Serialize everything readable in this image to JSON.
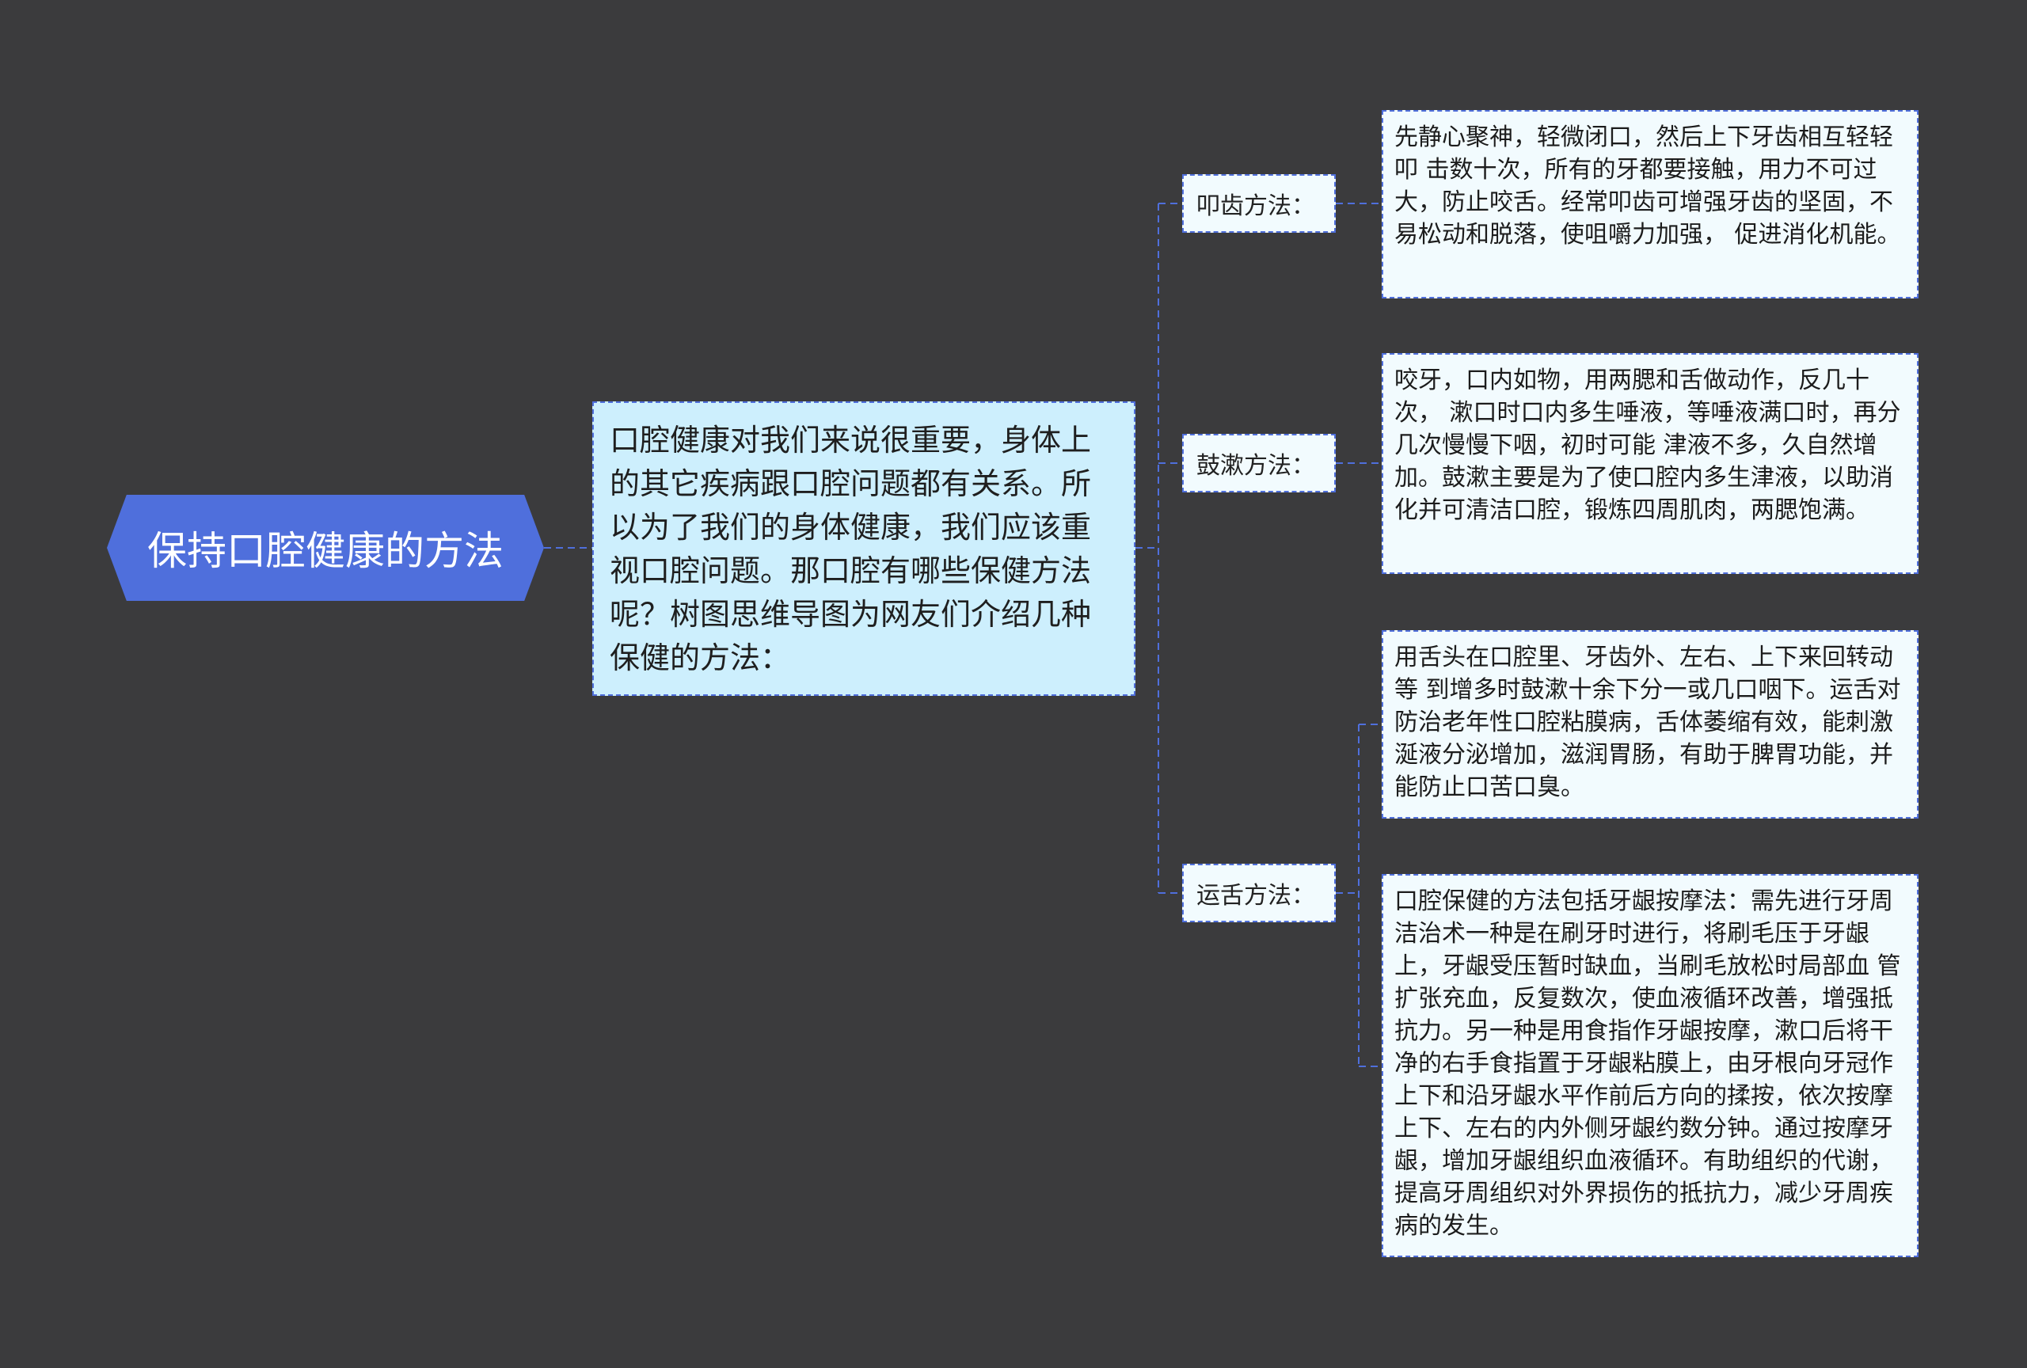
{
  "root": {
    "title": "保持口腔健康的方法"
  },
  "intro": {
    "text": "口腔健康对我们来说很重要，身体上的其它疾病跟口腔问题都有关系。所以为了我们的身体健康，我们应该重视口腔问题。那口腔有哪些保健方法呢？树图思维导图为网友们介绍几种保健的方法："
  },
  "methods": [
    {
      "label": "叩齿方法：",
      "details": [
        "先静心聚神，轻微闭口，然后上下牙齿相互轻轻叩 击数十次，所有的牙都要接触，用力不可过大，防止咬舌。经常叩齿可增强牙齿的坚固，不易松动和脱落，使咀嚼力加强， 促进消化机能。"
      ]
    },
    {
      "label": "鼓漱方法：",
      "details": [
        "咬牙，口内如物，用两腮和舌做动作，反几十次， 漱口时口内多生唾液，等唾液满口时，再分几次慢慢下咽，初时可能 津液不多，久自然增加。鼓漱主要是为了使口腔内多生津液，以助消化并可清洁口腔，锻炼四周肌肉，两腮饱满。"
      ]
    },
    {
      "label": "运舌方法：",
      "details": [
        "用舌头在口腔里、牙齿外、左右、上下来回转动等 到增多时鼓漱十余下分一或几口咽下。运舌对防治老年性口腔粘膜病，舌体萎缩有效，能刺激涎液分泌增加，滋润胃肠，有助于脾胃功能，并能防止口苦口臭。",
        "口腔保健的方法包括牙龈按摩法：需先进行牙周洁治术一种是在刷牙时进行，将刷毛压于牙龈上，牙龈受压暂时缺血，当刷毛放松时局部血 管扩张充血，反复数次，使血液循环改善，增强抵抗力。另一种是用食指作牙龈按摩，漱口后将干净的右手食指置于牙龈粘膜上，由牙根向牙冠作上下和沿牙龈水平作前后方向的揉按，依次按摩上下、左右的内外侧牙龈约数分钟。通过按摩牙龈，增加牙龈组织血液循环。有助组织的代谢，提高牙周组织对外界损伤的抵抗力，减少牙周疾病的发生。"
      ]
    }
  ],
  "colors": {
    "background": "#3b3b3d",
    "root": "#4f6fdc",
    "intro": "#cdeffd",
    "box": "#f2fbfe",
    "border": "#4f6fdc"
  }
}
